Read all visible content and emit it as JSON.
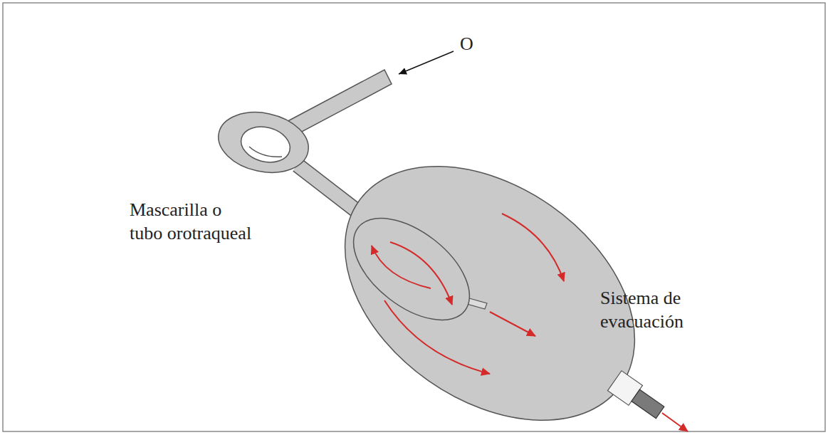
{
  "diagram": {
    "labels": [
      "O",
      "Mascarilla o tubo orotraqueal",
      "Sistema de evacuación"
    ]
  }
}
